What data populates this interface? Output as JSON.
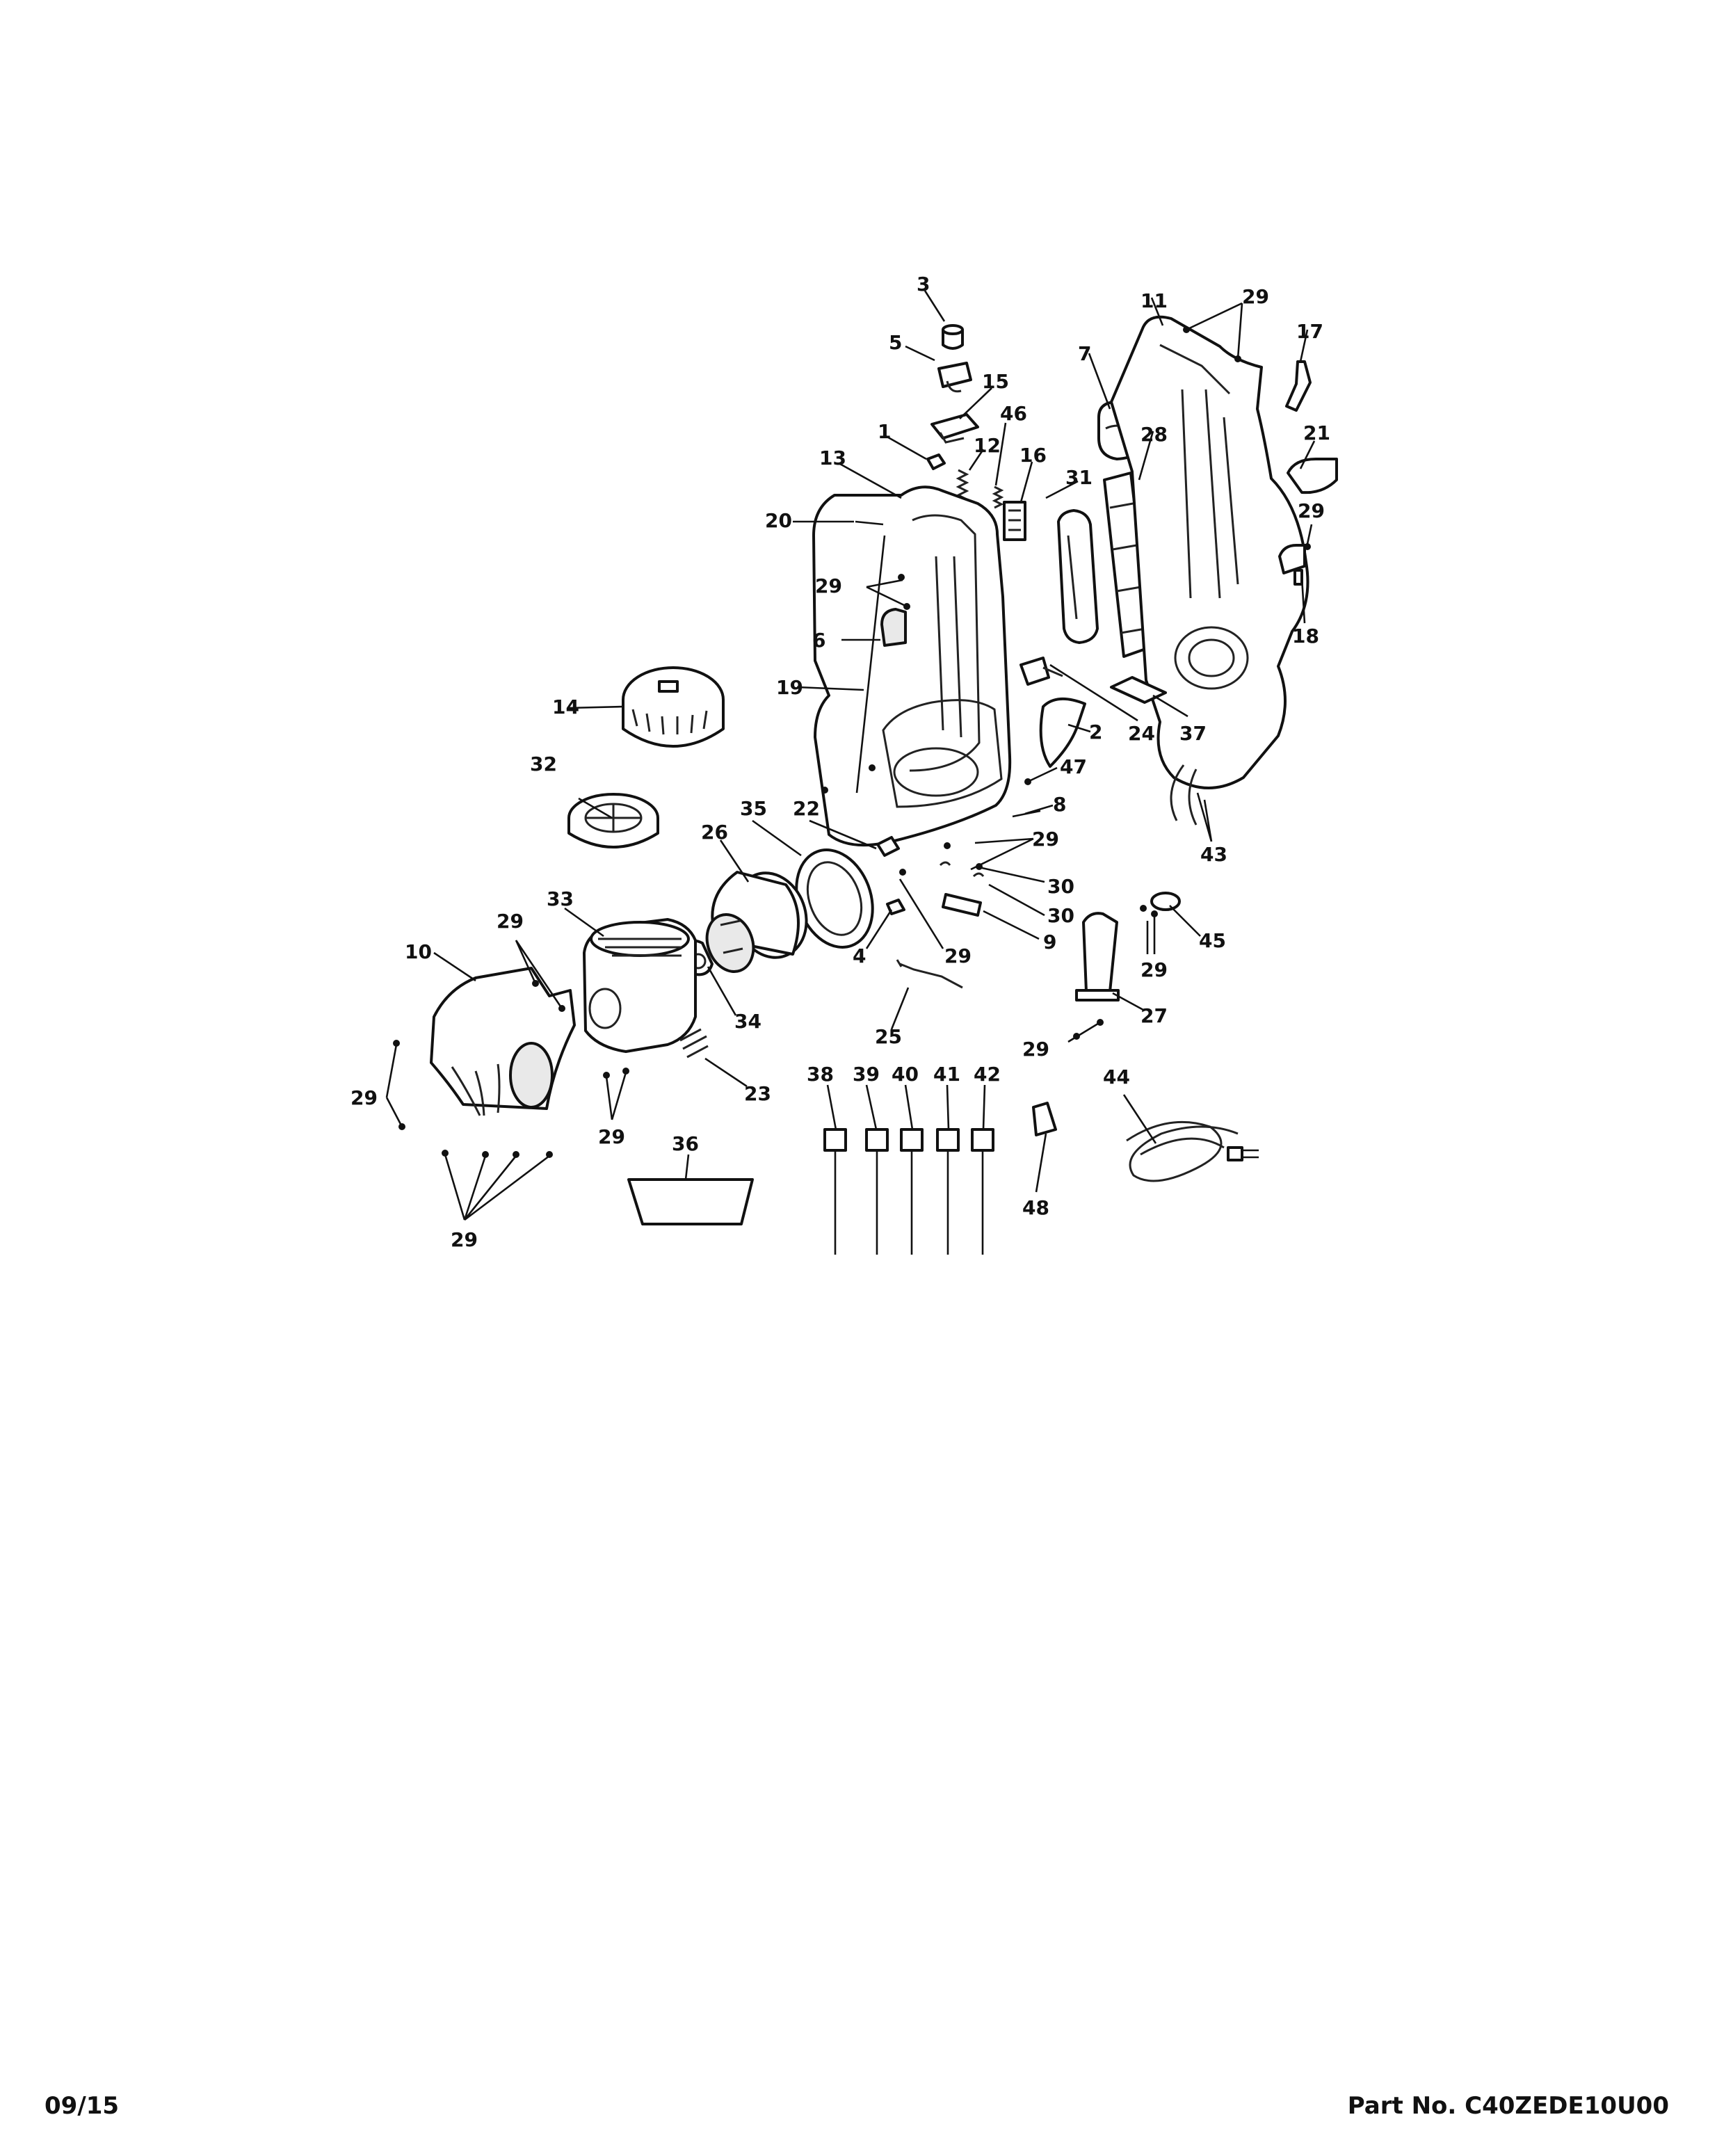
{
  "diagram": {
    "callouts": [
      "1",
      "2",
      "3",
      "4",
      "5",
      "6",
      "7",
      "8",
      "9",
      "10",
      "11",
      "12",
      "13",
      "14",
      "15",
      "16",
      "17",
      "18",
      "19",
      "20",
      "21",
      "22",
      "23",
      "24",
      "25",
      "26",
      "27",
      "28",
      "29",
      "30",
      "31",
      "32",
      "33",
      "34",
      "35",
      "36",
      "37",
      "38",
      "39",
      "40",
      "41",
      "42",
      "43",
      "44",
      "45",
      "46",
      "47",
      "48"
    ]
  },
  "footer": {
    "date": "09/15",
    "part_number": "Part No. C40ZEDE10U00"
  }
}
